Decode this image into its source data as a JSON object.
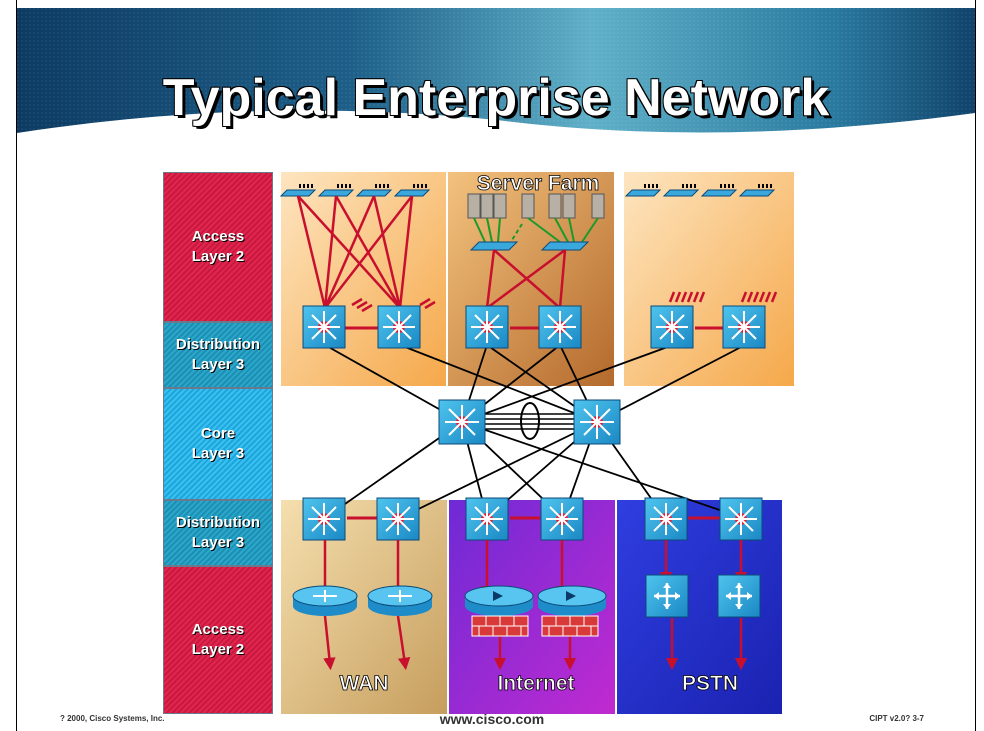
{
  "title": "Typical Enterprise Network",
  "layers": [
    {
      "line1": "Access",
      "line2": "Layer 2"
    },
    {
      "line1": "Distribution",
      "line2": "Layer 3"
    },
    {
      "line1": "Core",
      "line2": "Layer 3"
    },
    {
      "line1": "Distribution",
      "line2": "Layer 3"
    },
    {
      "line1": "Access",
      "line2": "Layer 2"
    }
  ],
  "zones": {
    "server_farm": "Server Farm",
    "wan": "WAN",
    "internet": "Internet",
    "pstn": "PSTN"
  },
  "footer": {
    "left": "? 2000, Cisco Systems, Inc.",
    "center": "www.cisco.com",
    "right": "CIPT v2.0?   3-7"
  },
  "colors": {
    "link_red": "#c8102e",
    "link_black": "#000000",
    "device_blue": "#1a9ad6"
  }
}
